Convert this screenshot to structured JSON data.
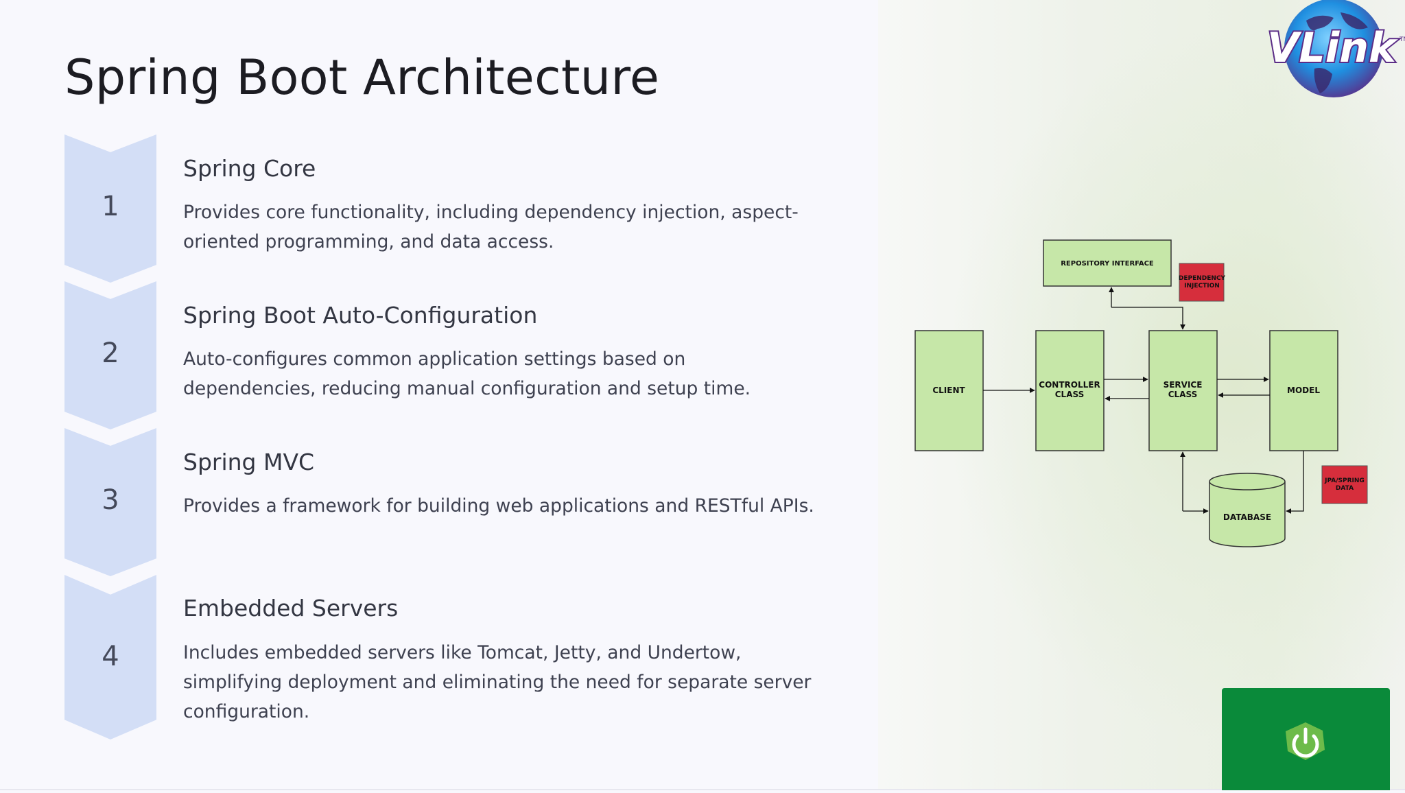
{
  "title": "Spring Boot Architecture",
  "steps": [
    {
      "number": "1",
      "heading": "Spring Core",
      "description": "Provides core functionality, including dependency injection, aspect-oriented programming, and data access."
    },
    {
      "number": "2",
      "heading": "Spring Boot Auto-Configuration",
      "description": "Auto-configures common application settings based on dependencies, reducing manual configuration and setup time."
    },
    {
      "number": "3",
      "heading": "Spring MVC",
      "description": "Provides a framework for building web applications and RESTful APIs."
    },
    {
      "number": "4",
      "heading": "Embedded Servers",
      "description": "Includes embedded servers like Tomcat, Jetty, and Undertow, simplifying deployment and eliminating the need for separate server configuration."
    }
  ],
  "logo": {
    "text": "VLink",
    "trademark": "TM"
  },
  "diagram": {
    "repository": "REPOSITORY INTERFACE",
    "dependency_line1": "DEPENDENCY",
    "dependency_line2": "INJECTION",
    "client": "CLIENT",
    "controller_line1": "CONTROLLER",
    "controller_line2": "CLASS",
    "service_line1": "SERVICE",
    "service_line2": "CLASS",
    "model": "MODEL",
    "jpa_line1": "JPA/SPRING",
    "jpa_line2": "DATA",
    "database": "DATABASE"
  },
  "icons": {
    "spring_icon": "power-hexagon-icon",
    "logo_icon": "globe-icon"
  },
  "colors": {
    "chevron": "#d3def6",
    "box_green": "#c6e7a8",
    "box_red": "#d62e3c",
    "spring_green": "#0a8a3a",
    "spring_icon": "#6dbb4a",
    "logo_purple": "#5b2d87",
    "logo_blue": "#1f8fe0"
  }
}
